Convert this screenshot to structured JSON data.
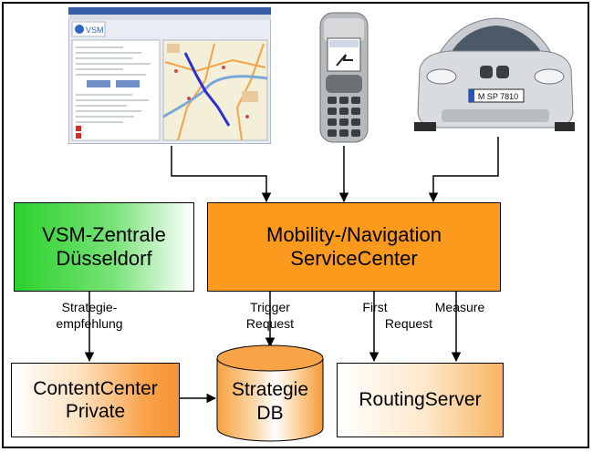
{
  "nodes": {
    "vsm": {
      "line1": "VSM-Zentrale",
      "line2": "Düsseldorf"
    },
    "msc": {
      "line1": "Mobility-/Navigation",
      "line2": "ServiceCenter"
    },
    "content_center": {
      "line1": "ContentCenter",
      "line2": "Private"
    },
    "strategie_db": {
      "line1": "Strategie",
      "line2": "DB"
    },
    "routing_server": {
      "label": "RoutingServer"
    }
  },
  "edges": {
    "strategie_empfehlung": {
      "line1": "Strategie-",
      "line2": "empfehlung"
    },
    "trigger_request": {
      "line1": "Trigger",
      "line2": "Request"
    },
    "first_request": {
      "line1": "First",
      "line2": "Request"
    },
    "measure": {
      "label": "Measure"
    }
  },
  "images": {
    "map_screenshot": {
      "logo_text": "VSM"
    },
    "car_plate": {
      "text": "M SP 7810"
    }
  },
  "colors": {
    "green": "#2ad12c",
    "orange": "#fb9a1c",
    "orange_light": "#f9b461"
  }
}
